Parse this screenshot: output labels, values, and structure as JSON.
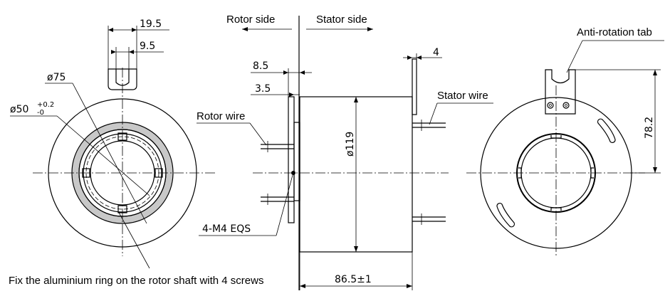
{
  "labels": {
    "rotor_side": "Rotor side",
    "stator_side": "Stator side",
    "anti_rotation_tab": "Anti-rotation tab",
    "stator_wire": "Stator wire",
    "rotor_wire": "Rotor wire",
    "screws": "4-M4  EQS",
    "fix_note": "Fix the aluminium ring on the rotor shaft with 4 screws"
  },
  "dimensions": {
    "tab_width": "19.5",
    "tab_slot": "9.5",
    "od_flange": "ø75",
    "bore_main": "ø50",
    "bore_tol_upper": "+0.2",
    "bore_tol_lower": "-0",
    "flange_thickness": "8.5",
    "rotor_step": "3.5",
    "tab_thickness": "4",
    "body_diameter": "ø119",
    "length": "86.5±1",
    "tab_height": "78.2"
  }
}
